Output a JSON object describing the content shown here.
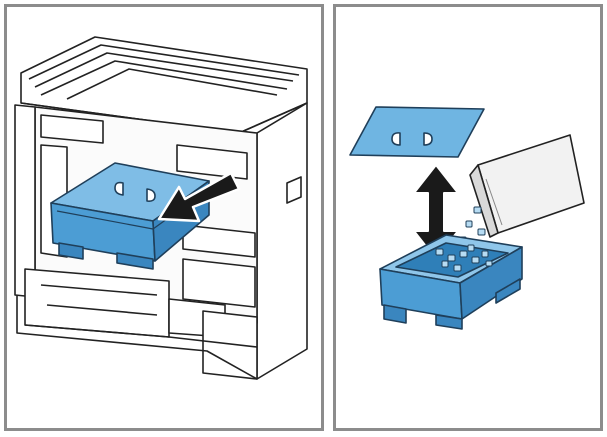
{
  "figure": {
    "panels": [
      {
        "id": "left",
        "depicts": "ice-container-removal"
      },
      {
        "id": "right",
        "depicts": "ice-container-refill"
      }
    ],
    "colors": {
      "container_blue": "#5aa9dc",
      "container_blue_dark": "#2f7fb8",
      "container_blue_light": "#8fc6ea",
      "outline": "#222222",
      "arrow_fill": "#1a1a1a",
      "arrow_stroke": "#ffffff",
      "panel_border": "#8c8c8c",
      "bag_fill": "#f2f2f2",
      "ice_fill": "#b7dcf3"
    },
    "icons": [
      "removal-arrow-icon",
      "lift-arrow-icon",
      "ice-bag-icon"
    ]
  }
}
